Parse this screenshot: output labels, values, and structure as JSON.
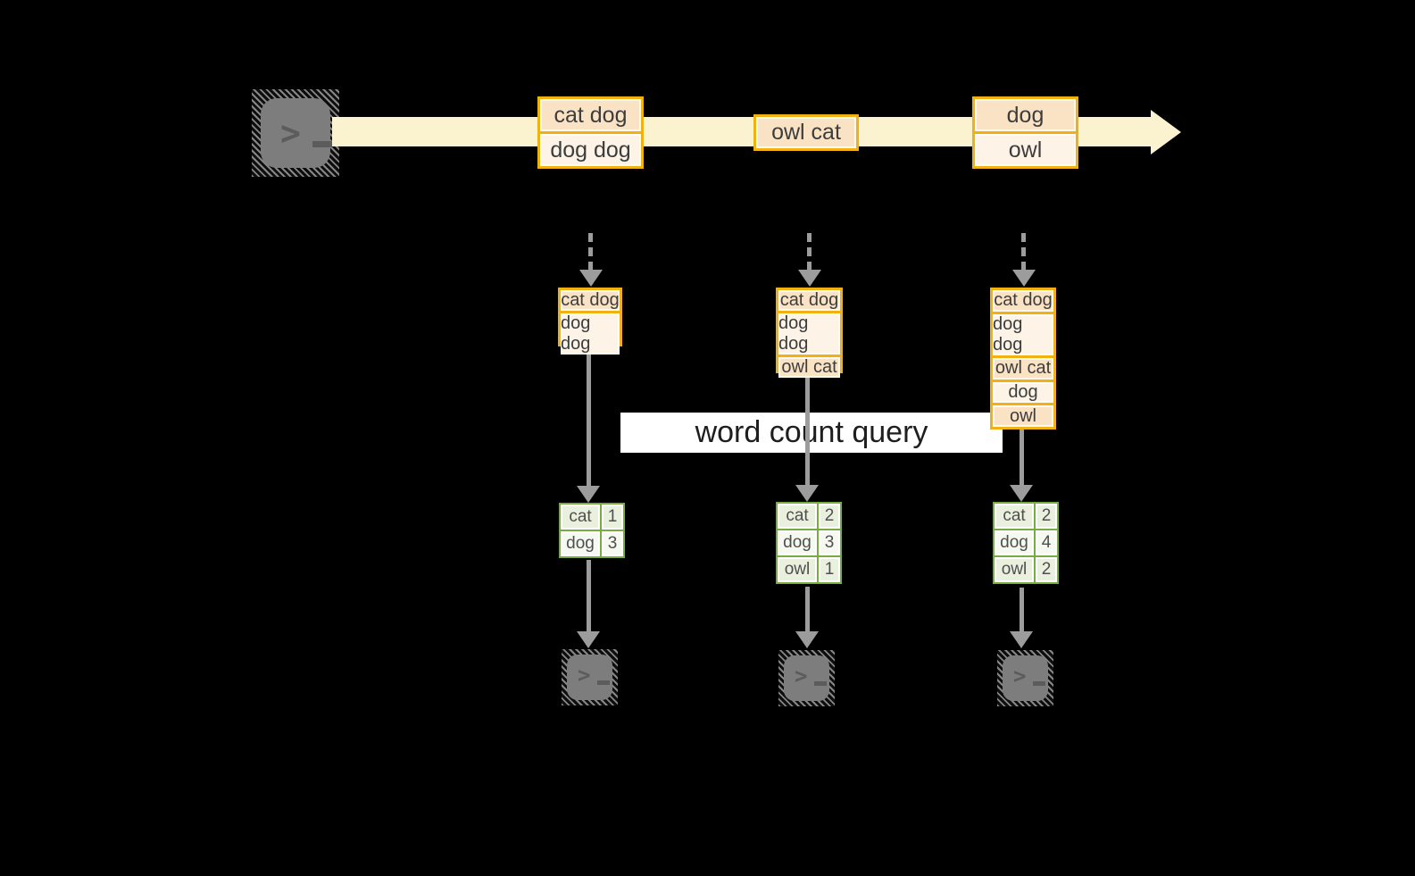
{
  "title_label": "word count query",
  "icon": {
    "prompt": ">"
  },
  "colors": {
    "background": "#000000",
    "stream_arrow": "#FBF2CF",
    "event_border": "#F1B211",
    "event_fill_dark": "#FAE3C5",
    "event_fill_light": "#FDF3E7",
    "table_border": "#76AC41",
    "table_fill_dark": "#E9F1DE",
    "table_fill_light": "#F5F9F0",
    "connector_gray": "#9C9C9C",
    "terminal_gray": "#7D7D7D",
    "label_background": "#FFFFFF"
  },
  "stream": {
    "events": [
      {
        "lines": [
          "cat dog",
          "dog dog"
        ]
      },
      {
        "lines": [
          "owl cat"
        ]
      },
      {
        "lines": [
          "dog",
          "owl"
        ]
      }
    ]
  },
  "columns": [
    {
      "buffer": [
        "cat dog",
        "dog dog"
      ],
      "counts": [
        {
          "word": "cat",
          "n": "1"
        },
        {
          "word": "dog",
          "n": "3"
        }
      ]
    },
    {
      "buffer": [
        "cat dog",
        "dog dog",
        "owl cat"
      ],
      "counts": [
        {
          "word": "cat",
          "n": "2"
        },
        {
          "word": "dog",
          "n": "3"
        },
        {
          "word": "owl",
          "n": "1"
        }
      ]
    },
    {
      "buffer": [
        "cat dog",
        "dog dog",
        "owl cat",
        "dog",
        "owl"
      ],
      "counts": [
        {
          "word": "cat",
          "n": "2"
        },
        {
          "word": "dog",
          "n": "4"
        },
        {
          "word": "owl",
          "n": "2"
        }
      ]
    }
  ]
}
